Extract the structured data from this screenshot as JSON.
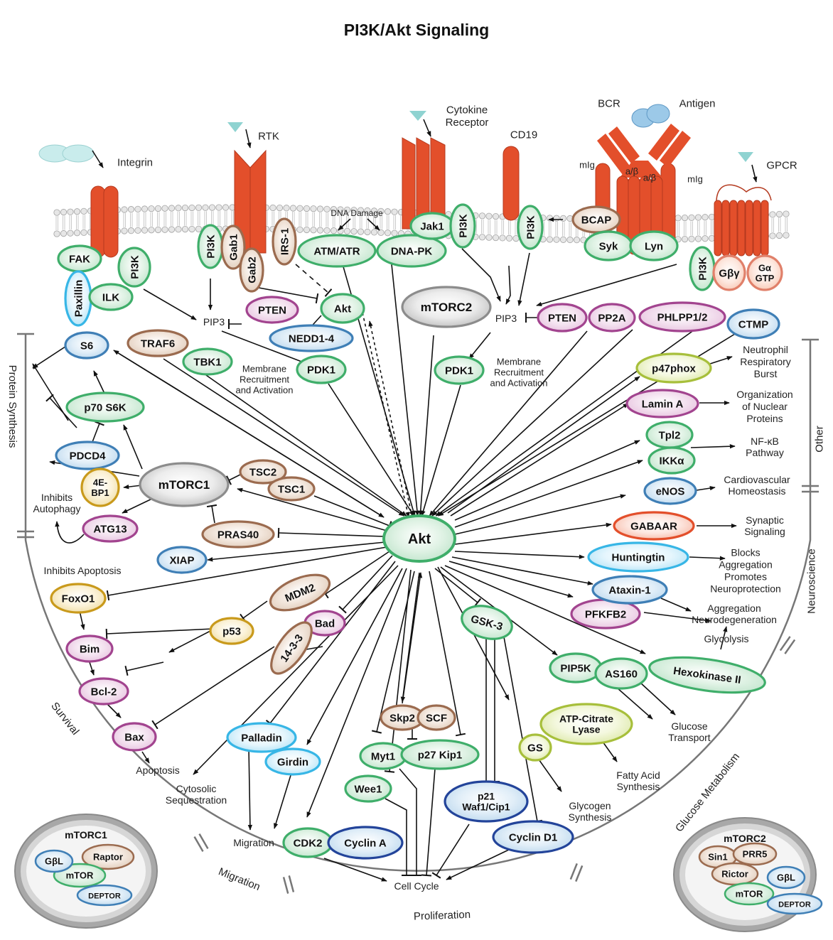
{
  "title": "PI3K/Akt Signaling",
  "colors": {
    "green": "#3fae6a",
    "lightgreen": "#dff2e4",
    "purple": "#a2448f",
    "lightpurple": "#f3e1ef",
    "blue": "#3f7fb6",
    "lightblue": "#e1eef8",
    "brown": "#9b6b4f",
    "lightbrown": "#f2e6dc",
    "red": "#e34f2b",
    "cyan": "#37b6e6",
    "darkblue": "#23449a",
    "gold": "#c99a1c",
    "gray": "#8c8c8c",
    "olive": "#a7bf3b"
  },
  "receptors": {
    "integrin": "Integrin",
    "rtk": "RTK",
    "cytokine": "Cytokine\nReceptor",
    "cd19": "CD19",
    "bcr": "BCR",
    "antigen": "Antigen",
    "gpcr": "GPCR",
    "mig_left": "mIg",
    "mig_right": "mIg",
    "ab_left": "a/β",
    "ab_right": "a/β",
    "dna_damage": "DNA Damage"
  },
  "nodes": {
    "fak": "FAK",
    "paxillin": "Paxillin",
    "pi3k_integrin": "PI3K",
    "ilk": "ILK",
    "pi3k_rtk": "PI3K",
    "gab1": "Gab1",
    "gab2": "Gab2",
    "irs1": "IRS-1",
    "atm_atr": "ATM/ATR",
    "dna_pk": "DNA-PK",
    "jak1": "Jak1",
    "pi3k_cyto": "PI3K",
    "pi3k_cd19": "PI3K",
    "bcap": "BCAP",
    "syk": "Syk",
    "lyn": "Lyn",
    "pi3k_gpcr": "PI3K",
    "gbg": "Gβγ",
    "ga": "Gα\nGTP",
    "pten_left": "PTEN",
    "akt_small": "Akt",
    "nedd": "NEDD1-4",
    "mtorc2": "mTORC2",
    "pten_right": "PTEN",
    "pp2a": "PP2A",
    "phlpp": "PHLPP1/2",
    "ctmp": "CTMP",
    "s6": "S6",
    "traf6": "TRAF6",
    "tbk1": "TBK1",
    "pdk1_left": "PDK1",
    "pdk1_right": "PDK1",
    "p70s6k": "p70 S6K",
    "pdcd4": "PDCD4",
    "mtorc1": "mTORC1",
    "tsc2": "TSC2",
    "tsc1": "TSC1",
    "ebp1": "4E-\nBP1",
    "atg13": "ATG13",
    "pras40": "PRAS40",
    "xiap": "XIAP",
    "akt": "Akt",
    "foxo1": "FoxO1",
    "mdm2": "MDM2",
    "p53": "p53",
    "bad": "Bad",
    "p1433": "14-3-3",
    "bim": "Bim",
    "bcl2": "Bcl-2",
    "bax": "Bax",
    "palladin": "Palladin",
    "girdin": "Girdin",
    "cdk2": "CDK2",
    "cyclina": "Cyclin A",
    "skp2": "Skp2",
    "scf": "SCF",
    "myt1": "Myt1",
    "p27": "p27 Kip1",
    "wee1": "Wee1",
    "gsk3": "GSK-3",
    "p21": "p21\nWaf1/Cip1",
    "cyclind1": "Cyclin D1",
    "gs": "GS",
    "atp": "ATP-Citrate\nLyase",
    "pip5k": "PIP5K",
    "as160": "AS160",
    "hexokinase": "Hexokinase II",
    "pfkfb2": "PFKFB2",
    "ataxin": "Ataxin-1",
    "huntingtin": "Huntingtin",
    "gabaar": "GABAAR",
    "enos": "eNOS",
    "ikka": "IKKα",
    "tpl2": "Tpl2",
    "lamina": "Lamin A",
    "p47phox": "p47phox"
  },
  "labels": {
    "pip3_left": "PIP3",
    "pip3_right": "PIP3",
    "membrane_left": "Membrane\nRecruitment\nand Activation",
    "membrane_right": "Membrane\nRecruitment\nand Activation",
    "inhibits_autophagy": "Inhibits\nAutophagy",
    "inhibits_apoptosis": "Inhibits Apoptosis",
    "apoptosis": "Apoptosis",
    "cytosolic": "Cytosolic\nSequestration",
    "migration_out": "Migration",
    "cell_cycle": "Cell Cycle",
    "glycogen": "Glycogen\nSynthesis",
    "fatty": "Fatty Acid\nSynthesis",
    "glucose_transport": "Glucose\nTransport",
    "glycolysis": "Glycolysis",
    "aggregation_neuro": "Aggregation\nNeurodegeneration",
    "blocks_aggregation": "Blocks\nAggregation\nPromotes\nNeuroprotection",
    "synaptic": "Synaptic\nSignaling",
    "cardio": "Cardiovascular\nHomeostasis",
    "nfkb": "NF-κB\nPathway",
    "nuclear": "Organization\nof Nuclear\nProteins",
    "neutrophil": "Neutrophil\nRespiratory\nBurst"
  },
  "categories": {
    "protein_synthesis": "Protein Synthesis",
    "survival": "Survival",
    "migration": "Migration",
    "proliferation": "Proliferation",
    "glucose_metabolism": "Glucose Metabolism",
    "neuroscience": "Neuroscience",
    "other": "Other"
  },
  "insets": {
    "mtorc1": {
      "title": "mTORC1",
      "gbl": "GβL",
      "raptor": "Raptor",
      "mtor": "mTOR",
      "deptor": "DEPTOR"
    },
    "mtorc2": {
      "title": "mTORC2",
      "sin1": "Sin1",
      "prr5": "PRR5",
      "rictor": "Rictor",
      "gbl": "GβL",
      "mtor": "mTOR",
      "deptor": "DEPTOR"
    }
  }
}
